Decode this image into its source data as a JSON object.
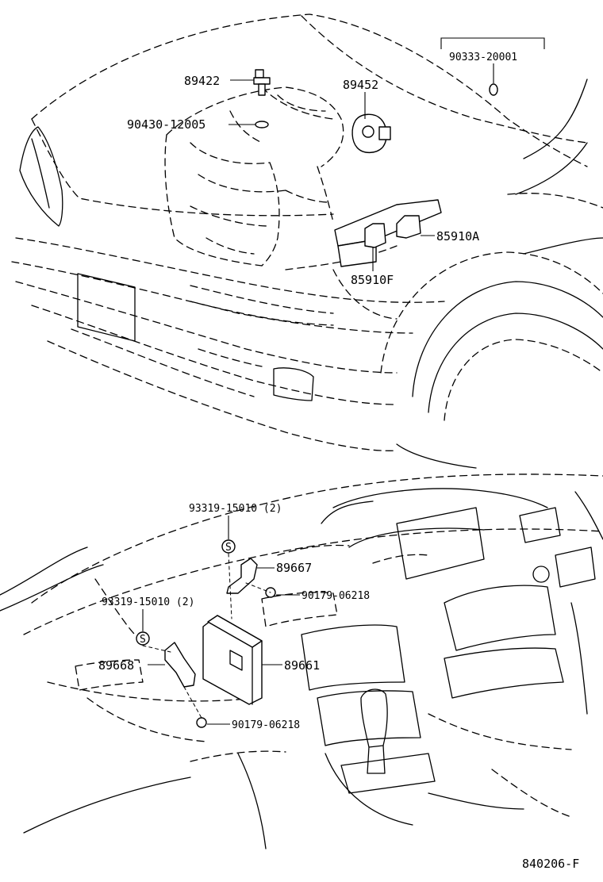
{
  "parts": {
    "p89422": "89422",
    "p89452": "89452",
    "p90430": "90430-12005",
    "p90333": "90333-20001",
    "p85910a": "85910A",
    "p85910f": "85910F",
    "p93319_top": "93319-15010 (2)",
    "p93319_left": "93319-15010 (2)",
    "p89667": "89667",
    "p90179_top": "90179-06218",
    "p89668": "89668",
    "p89661": "89661",
    "p90179_bottom": "90179-06218",
    "screw_mark_top": "S",
    "screw_mark_left": "S"
  },
  "diagram_code": "840206-F"
}
